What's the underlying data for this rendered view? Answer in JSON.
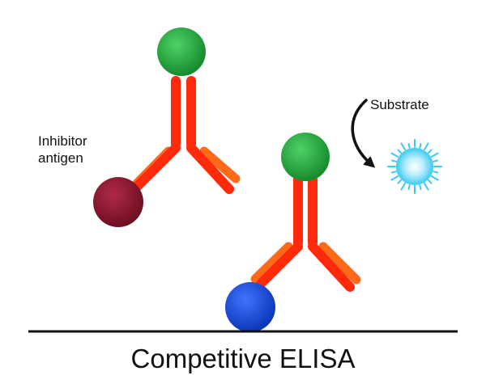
{
  "labels": {
    "inhibitor_line1": "Inhibitor",
    "inhibitor_line2": "antigen",
    "substrate": "Substrate",
    "title": "Competitive ELISA"
  },
  "colors": {
    "antibody_heavy": "#ff2a0c",
    "antibody_light": "#ff6a1a",
    "enzyme": "#1f9a3a",
    "inhibitor_antigen": "#8e1530",
    "bound_antigen": "#1646d8",
    "substrate_glow": "#3cc9f0",
    "baseline": "#111111"
  },
  "icons": [
    "enzyme-circle-icon",
    "antigen-circle-icon",
    "curved-arrow-icon",
    "glow-burst-icon"
  ]
}
